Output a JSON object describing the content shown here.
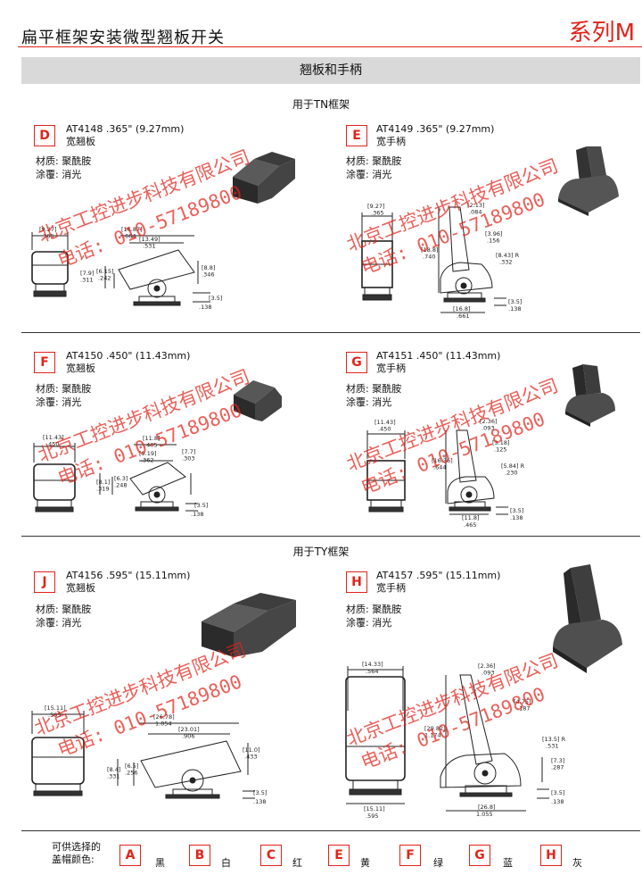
{
  "header": {
    "title": "扁平框架安装微型翘板开关",
    "series": "系列M"
  },
  "section": {
    "title": "翘板和手柄"
  },
  "tn_label": "用于TN框架",
  "ty_label": "用于TY框架",
  "watermark": {
    "company": "北京工控进步科技有限公司",
    "phone": "电话: 010-57189800"
  },
  "products": [
    {
      "letter": "D",
      "model": "AT4148  .365\" (9.27mm)",
      "type": "宽翘板",
      "material": "材质: 聚酰胺",
      "coating": "涂覆: 消光"
    },
    {
      "letter": "E",
      "model": "AT4149  .365\" (9.27mm)",
      "type": "宽手柄",
      "material": "材质: 聚酰胺",
      "coating": "涂覆: 消光"
    },
    {
      "letter": "F",
      "model": "AT4150  .450\" (11.43mm)",
      "type": "宽翘板",
      "material": "材质: 聚酰胺",
      "coating": "涂覆: 消光"
    },
    {
      "letter": "G",
      "model": "AT4151  .450\" (11.43mm)",
      "type": "宽手柄",
      "material": "材质: 聚酰胺",
      "coating": "涂覆: 消光"
    },
    {
      "letter": "J",
      "model": "AT4156  .595\" (15.11mm)",
      "type": "宽翘板",
      "material": "材质: 聚酰胺",
      "coating": "涂覆: 消光"
    },
    {
      "letter": "H",
      "model": "AT4157  .595\" (15.11mm)",
      "type": "宽手柄",
      "material": "材质: 聚酰胺",
      "coating": "涂覆: 消光"
    }
  ],
  "dims": {
    "d": {
      "w_mm": "[9.27]",
      "w_in": ".365",
      "a_mm": "[16.87]",
      "a_in": ".664",
      "b_mm": "[13.49]",
      "b_in": ".531",
      "c_mm": "[6.15]",
      "c_in": ".242",
      "e_mm": "[7.9]",
      "e_in": ".311",
      "h_mm": "[8.8]",
      "h_in": ".346",
      "f_mm": "[3.5]",
      "f_in": ".138"
    },
    "e": {
      "w_mm": "[9.27]",
      "w_in": ".365",
      "t_mm": "[2.13]",
      "t_in": ".084",
      "s_mm": "[3.96]",
      "s_in": ".156",
      "r_mm": "[8.43] R",
      "r_in": ".332",
      "h_mm": "[18.8]",
      "h_in": ".740",
      "f_mm": "[3.5]",
      "f_in": ".138",
      "b_mm": "[16.8]",
      "b_in": ".661"
    },
    "f": {
      "w_mm": "[11.43]",
      "w_in": ".450",
      "a_mm": "[11.8]",
      "a_in": ".465",
      "b_mm": "[9.19]",
      "b_in": ".362",
      "c_mm": "[6.3]",
      "c_in": ".248",
      "e_mm": "[8.1]",
      "e_in": ".319",
      "h_mm": "[7.7]",
      "h_in": ".303",
      "f_mm": "[3.5]",
      "f_in": ".138"
    },
    "g": {
      "w_mm": "[11.43]",
      "w_in": ".450",
      "t_mm": "[2.36]",
      "t_in": ".093",
      "s_mm": "[3.18]",
      "s_in": ".125",
      "r_mm": "[5.84] R",
      "r_in": ".230",
      "h_mm": "[16.36]",
      "h_in": ".644",
      "f_mm": "[3.5]",
      "f_in": ".138",
      "b_mm": "[11.8]",
      "b_in": ".465"
    },
    "j": {
      "w_mm": "[15.11]",
      "w_in": ".595",
      "a_mm": "[26.78]",
      "a_in": "1.054",
      "b_mm": "[23.01]",
      "b_in": ".906",
      "c_mm": "[6.5]",
      "c_in": ".256",
      "e_mm": "[8.4]",
      "e_in": ".331",
      "h_mm": "[11.0]",
      "h_in": ".433",
      "f_mm": "[3.5]",
      "f_in": ".138"
    },
    "h": {
      "w_mm": "[14.33]",
      "w_in": ".564",
      "w2_mm": "[15.11]",
      "w2_in": ".595",
      "t_mm": "[2.36]",
      "t_in": ".093",
      "s_mm": "[4.75]",
      "s_in": ".187",
      "r_mm": "[13.5] R",
      "r_in": ".531",
      "v_mm": "[7.3]",
      "v_in": ".287",
      "h_mm": "[29.82]",
      "h_in": "1.174",
      "f_mm": "[3.5]",
      "f_in": ".138",
      "b_mm": "[26.8]",
      "b_in": "1.055"
    }
  },
  "colors": {
    "label": [
      "可供选择的",
      "盖帽颜色:"
    ],
    "options": [
      {
        "letter": "A",
        "name": "黑"
      },
      {
        "letter": "B",
        "name": "白"
      },
      {
        "letter": "C",
        "name": "红"
      },
      {
        "letter": "E",
        "name": "黄"
      },
      {
        "letter": "F",
        "name": "绿"
      },
      {
        "letter": "G",
        "name": "蓝"
      },
      {
        "letter": "H",
        "name": "灰"
      }
    ]
  },
  "accent": "#e2231a"
}
